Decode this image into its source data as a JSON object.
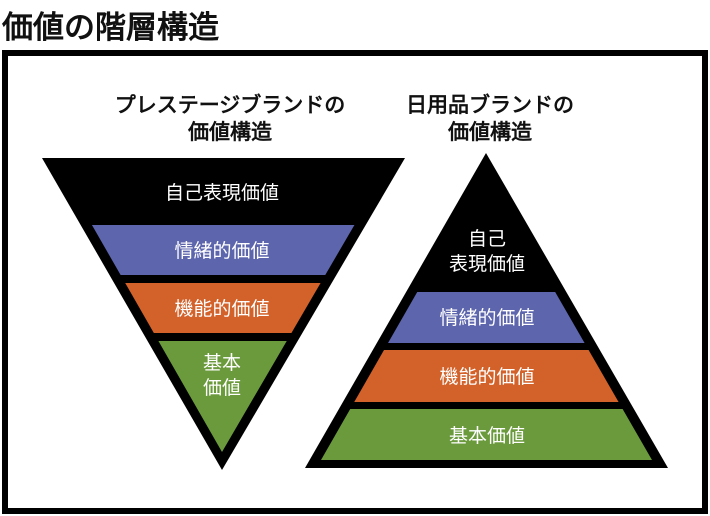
{
  "title": "価値の階層構造",
  "prestige": {
    "heading_line1": "プレステージブランドの",
    "heading_line2": "価値構造",
    "layers": {
      "self_expression": "自己表現価値",
      "emotional": "情緒的価値",
      "functional": "機能的価値",
      "basic_line1": "基本",
      "basic_line2": "価値"
    }
  },
  "commodity": {
    "heading_line1": "日用品ブランドの",
    "heading_line2": "価値構造",
    "layers": {
      "self_expression_line1": "自己",
      "self_expression_line2": "表現価値",
      "emotional": "情緒的価値",
      "functional": "機能的価値",
      "basic": "基本価値"
    }
  },
  "colors": {
    "self_expression": "#000000",
    "emotional": "#5d65ad",
    "functional": "#d2622a",
    "basic": "#6a9a3c"
  }
}
